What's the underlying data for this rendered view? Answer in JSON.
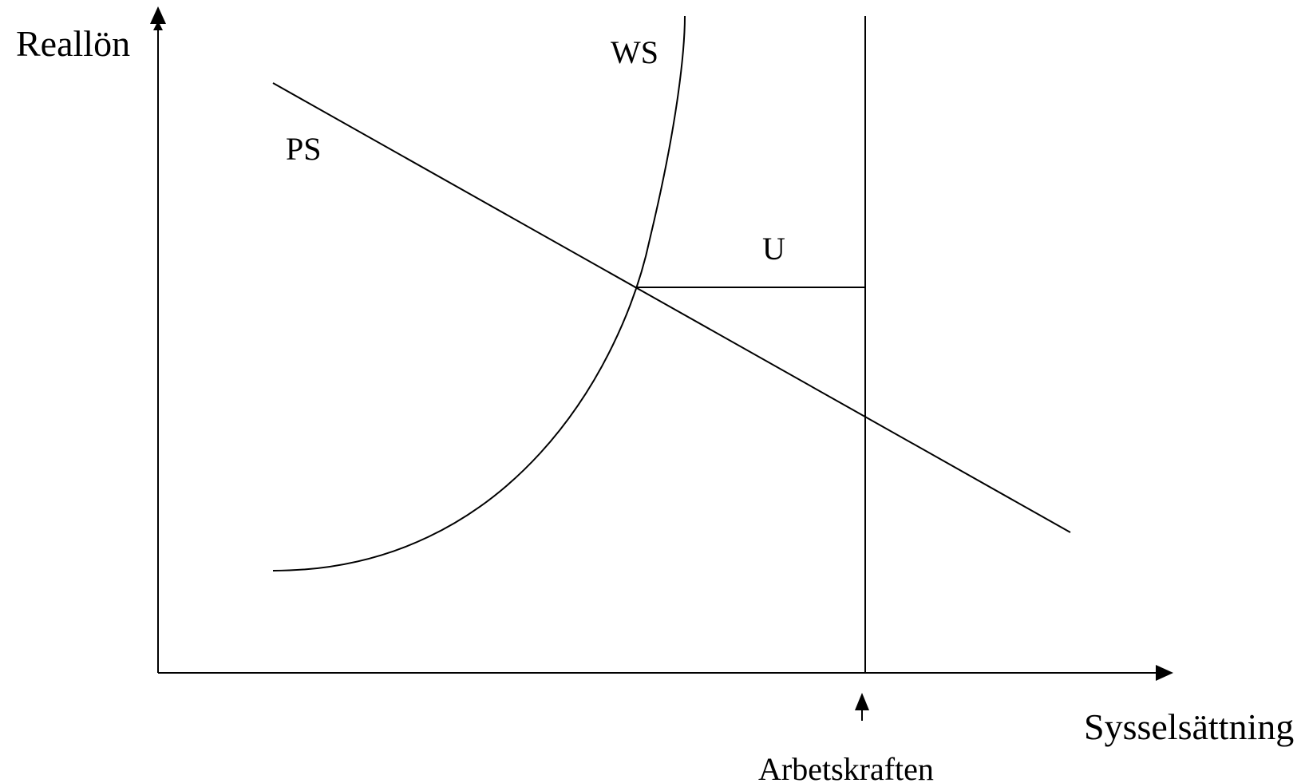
{
  "axes": {
    "y_label": "Reallön",
    "x_label": "Sysselsättning"
  },
  "curves": {
    "ws_label": "WS",
    "ps_label": "PS"
  },
  "annotations": {
    "unemployment_label": "U",
    "labor_force_label": "Arbetskraften"
  }
}
